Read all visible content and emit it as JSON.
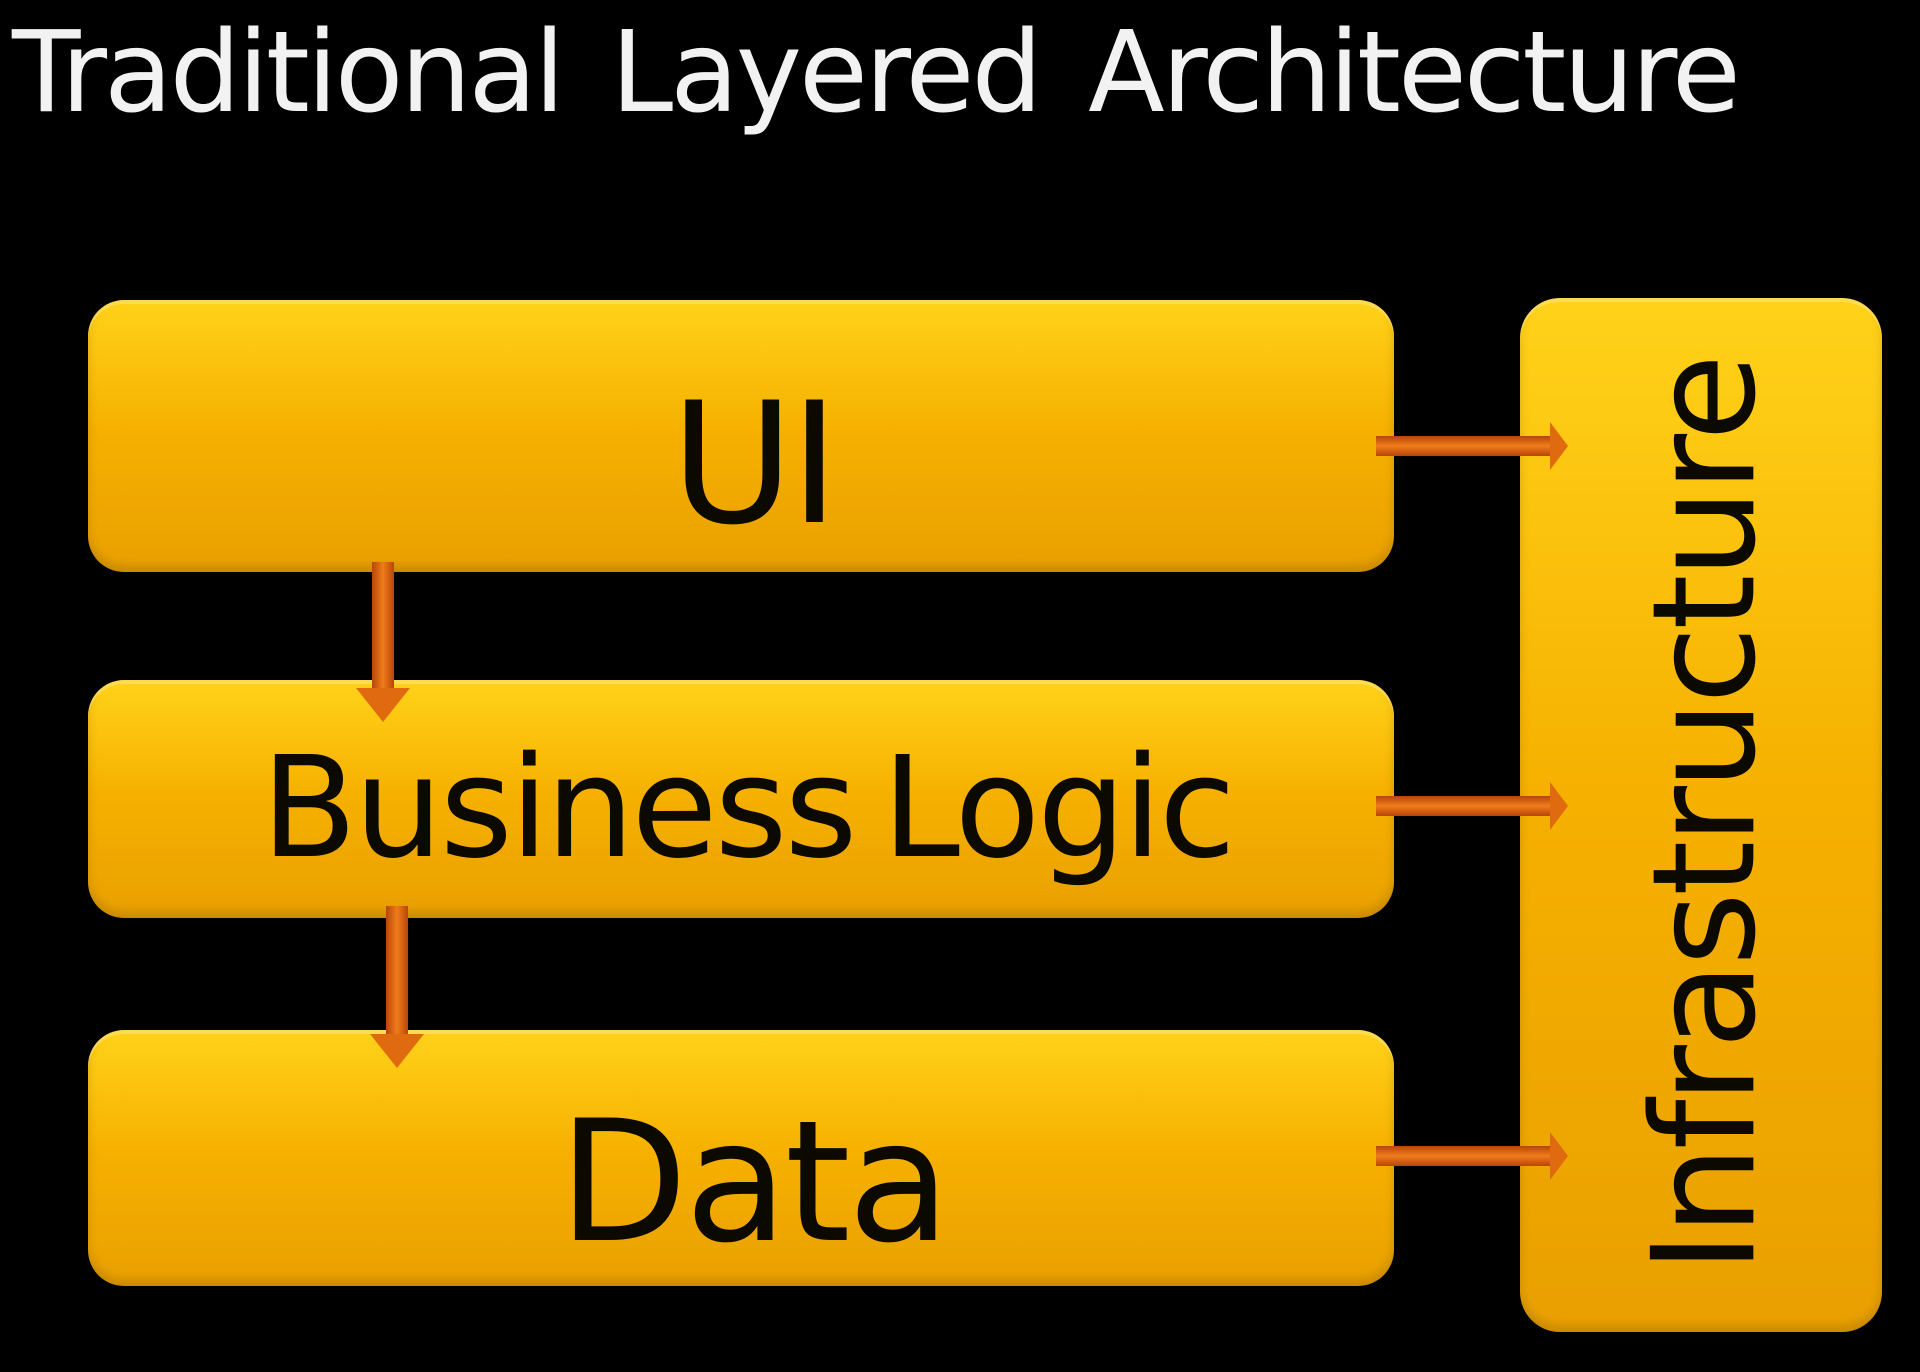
{
  "slide": {
    "title": "Traditional Layered Architecture"
  },
  "layers": {
    "ui": "UI",
    "business_logic": "Business Logic",
    "data": "Data",
    "infrastructure": "Infrastructure"
  },
  "colors": {
    "background": "#000000",
    "layer_fill": "#f6b000",
    "arrow": "#e06a10",
    "title_text": "#f2f2f2",
    "layer_text": "#0c0a00"
  }
}
